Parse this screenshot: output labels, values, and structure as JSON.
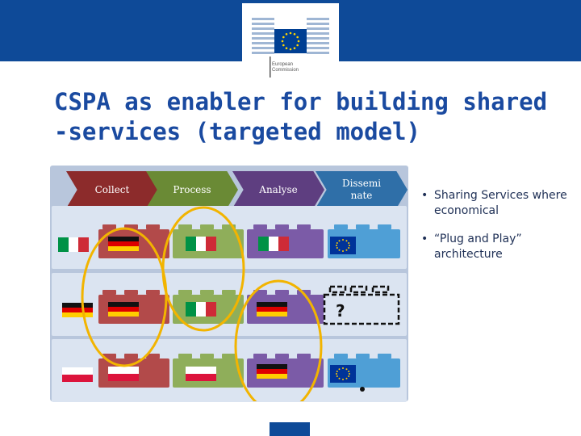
{
  "logo": {
    "line1": "European",
    "line2": "Commission"
  },
  "title": "CSPA as enabler for building shared -services (targeted model)",
  "process_steps": [
    {
      "label": "Collect",
      "color": "#8c2b2b"
    },
    {
      "label": "Process",
      "color": "#6a8a35"
    },
    {
      "label": "Analyse",
      "color": "#5e3e80"
    },
    {
      "label": "Dissemi nate",
      "color": "#2f6fa8"
    }
  ],
  "unknown_marker": "?",
  "bullets": [
    "Sharing Services where economical",
    "“Plug and Play” architecture"
  ],
  "colors": {
    "brand_blue": "#0e4a98",
    "title_blue": "#1a4aa0",
    "collect": "#b24a4a",
    "process": "#8fae5a",
    "analyse": "#7b5ba7",
    "disseminate": "#4f9fd6",
    "highlight_ring": "#f2b400"
  },
  "flags": [
    "italy-flag",
    "germany-flag",
    "poland-flag",
    "eu-flag"
  ]
}
